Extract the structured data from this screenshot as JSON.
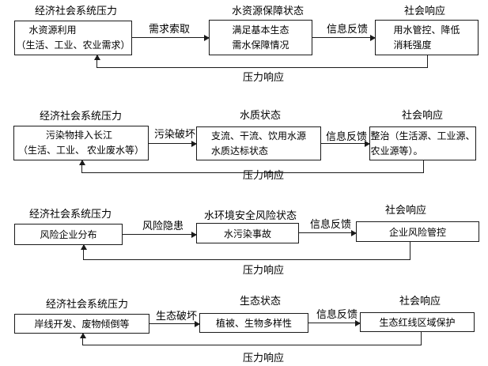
{
  "colors": {
    "background": "#ffffff",
    "line": "#1a1a1a",
    "text": "#000000"
  },
  "rows": [
    {
      "titles": {
        "pressure": "经济社会系统压力",
        "state": "水资源保障状态",
        "response": "社会响应"
      },
      "boxes": {
        "pressure": {
          "line1": "水资源利用",
          "line2": "（生活、工业、农业需求）"
        },
        "state": {
          "line1": "满足基本生态",
          "line2": "需水保障情况"
        },
        "response": {
          "line1": "用水管控、降低",
          "line2": "消耗强度"
        }
      },
      "arrows": {
        "pressure_to_state": "需求索取",
        "state_to_response": "信息反馈",
        "response_to_pressure": "压力响应"
      }
    },
    {
      "titles": {
        "pressure": "经济社会系统压力",
        "state": "水质状态",
        "response": "社会响应"
      },
      "boxes": {
        "pressure": {
          "line1": "污染物排入长江",
          "line2": "（生活、工业、 农业废水等）"
        },
        "state": {
          "line1": "支流、干流、饮用水源",
          "line2": "水质达标状态"
        },
        "response": {
          "line1": "整治（生活源、工业源、",
          "line2": "农业源等）。"
        }
      },
      "arrows": {
        "pressure_to_state": "污染破坏",
        "state_to_response": "信息反馈",
        "response_to_pressure": "压力响应"
      }
    },
    {
      "titles": {
        "pressure": "经济社会系统压力",
        "state": "水环境安全风险状态",
        "response": "社会响应"
      },
      "boxes": {
        "pressure": {
          "line1": "风险企业分布"
        },
        "state": {
          "line1": "水污染事故"
        },
        "response": {
          "line1": "企业风险管控"
        }
      },
      "arrows": {
        "pressure_to_state": "风险隐患",
        "state_to_response": "信息反馈",
        "response_to_pressure": "压力响应"
      }
    },
    {
      "titles": {
        "pressure": "经济社会系统压力",
        "state": "生态状态",
        "response": "社会响应"
      },
      "boxes": {
        "pressure": {
          "line1": "岸线开发、废物倾倒等"
        },
        "state": {
          "line1": "植被、生物多样性"
        },
        "response": {
          "line1": "生态红线区域保护"
        }
      },
      "arrows": {
        "pressure_to_state": "生态破坏",
        "state_to_response": "信息反馈",
        "response_to_pressure": "压力响应"
      }
    }
  ]
}
